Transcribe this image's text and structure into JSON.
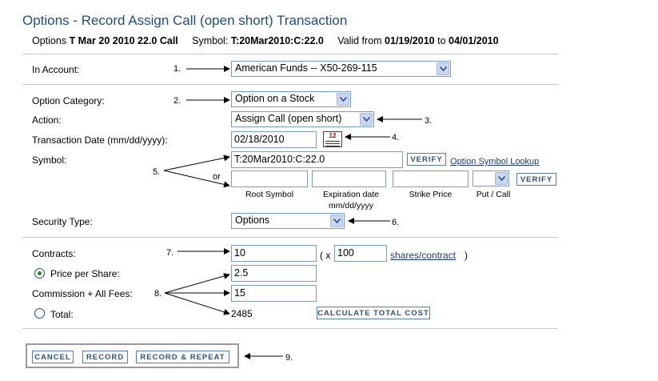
{
  "page": {
    "title": "Options - Record Assign Call (open short) Transaction",
    "sub": {
      "options_prefix": "Options",
      "option_name": "T Mar 20 2010 22.0 Call",
      "symbol_label": "Symbol:",
      "symbol_value": "T:20Mar2010:C:22.0",
      "valid_from_label": "Valid from",
      "valid_from": "01/19/2010",
      "to_label": "to",
      "valid_to": "04/01/2010"
    }
  },
  "account": {
    "label": "In Account:",
    "value": "American Funds -- X50-269-115",
    "step": "1."
  },
  "category": {
    "label": "Option Category:",
    "value": "Option on a Stock",
    "step": "2."
  },
  "action": {
    "label": "Action:",
    "value": "Assign Call (open short)",
    "step": "3."
  },
  "date": {
    "label": "Transaction Date (mm/dd/yyyy):",
    "value": "02/18/2010",
    "step": "4.",
    "calendar_text": "12"
  },
  "symbol": {
    "label": "Symbol:",
    "value": "T:20Mar2010:C:22.0",
    "verify_label": "VERIFY",
    "lookup_label": "Option Symbol Lookup",
    "step": "5.",
    "or_label": "or",
    "root_label": "Root Symbol",
    "exp_label": "Expiration date",
    "exp_format": "mm/dd/yyyy",
    "strike_label": "Strike Price",
    "putcall_label": "Put / Call",
    "verify2_label": "VERIFY"
  },
  "security": {
    "label": "Security Type:",
    "value": "Options",
    "step": "6."
  },
  "contracts": {
    "label": "Contracts:",
    "value": "10",
    "step": "7.",
    "x_open": "( x",
    "shares": "100",
    "shares_link": "shares/contract",
    "close": ")"
  },
  "price": {
    "label": "Price per Share:",
    "value": "2.5",
    "selected": true
  },
  "commission": {
    "label": "Commission + All Fees:",
    "value": "15",
    "step": "8."
  },
  "total": {
    "label": "Total:",
    "value": "2485",
    "calc_label": "CALCULATE TOTAL COST",
    "selected": false
  },
  "buttons": {
    "cancel": "CANCEL",
    "record": "RECORD",
    "record_repeat": "RECORD & REPEAT",
    "step": "9."
  },
  "colors": {
    "title": "#1f4e79",
    "button_text": "#30507a",
    "input_border": "#7f9db9"
  }
}
